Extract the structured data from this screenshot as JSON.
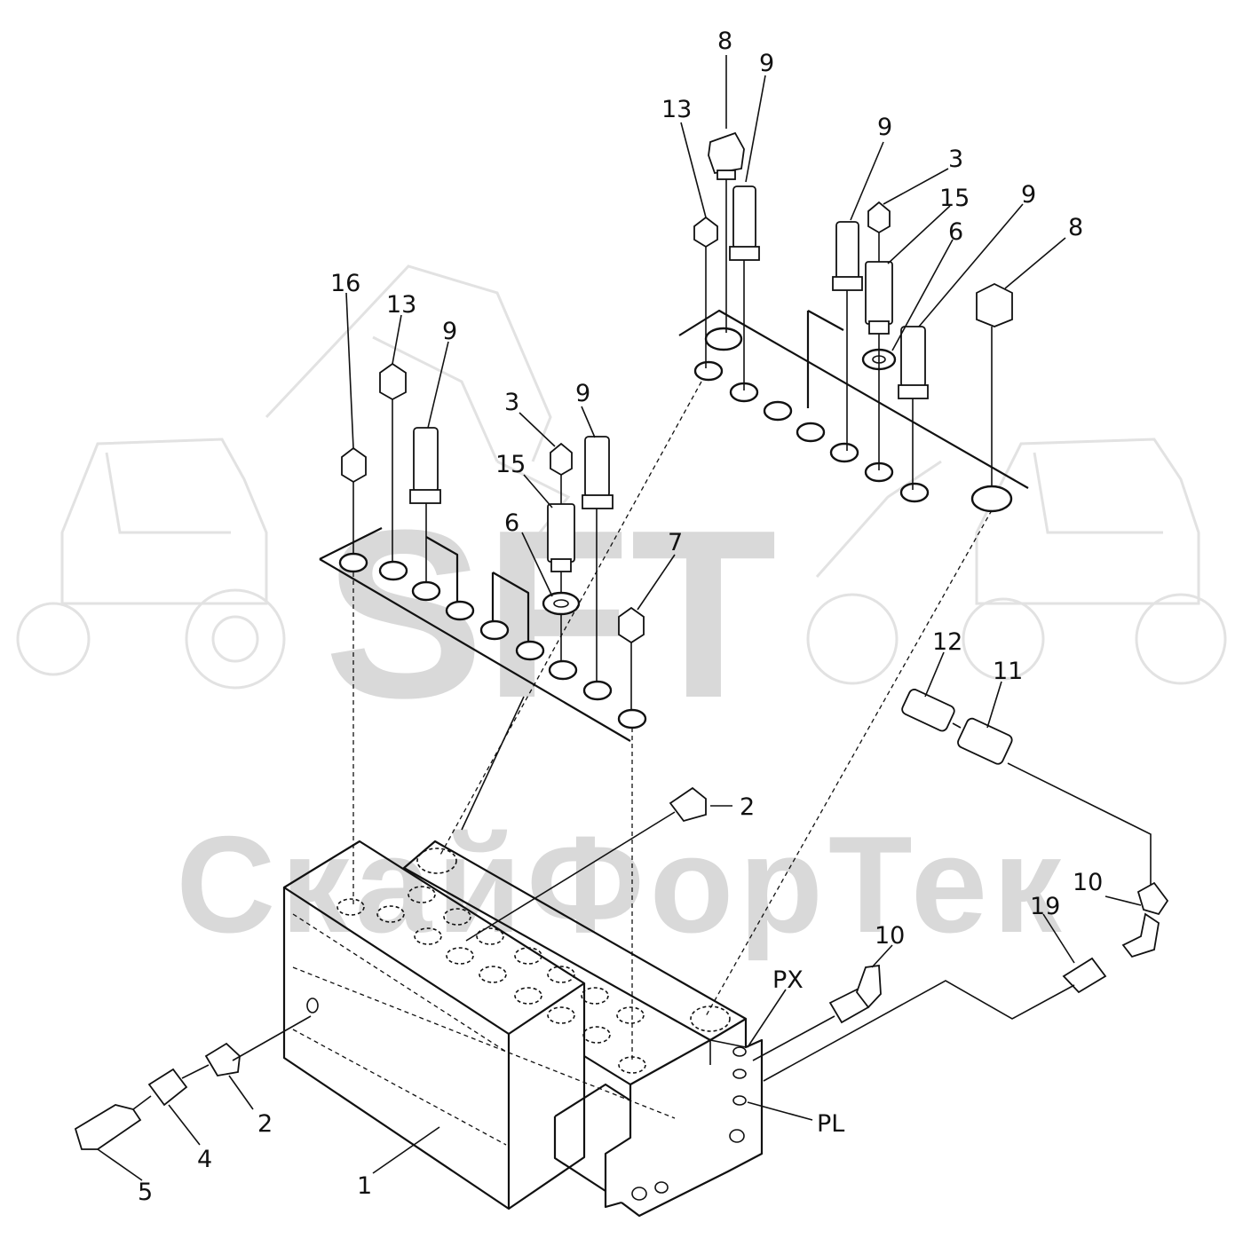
{
  "watermark": {
    "brand_top": "SFT",
    "brand_bottom": "СкайФорТек"
  },
  "callouts": [
    {
      "id": "c8a",
      "text": "8"
    },
    {
      "id": "c9a",
      "text": "9"
    },
    {
      "id": "c13a",
      "text": "13"
    },
    {
      "id": "c9b",
      "text": "9"
    },
    {
      "id": "c3a",
      "text": "3"
    },
    {
      "id": "c15a",
      "text": "15"
    },
    {
      "id": "c9c",
      "text": "9"
    },
    {
      "id": "c6a",
      "text": "6"
    },
    {
      "id": "c8b",
      "text": "8"
    },
    {
      "id": "c16",
      "text": "16"
    },
    {
      "id": "c13b",
      "text": "13"
    },
    {
      "id": "c9d",
      "text": "9"
    },
    {
      "id": "c3b",
      "text": "3"
    },
    {
      "id": "c9e",
      "text": "9"
    },
    {
      "id": "c15b",
      "text": "15"
    },
    {
      "id": "c6b",
      "text": "6"
    },
    {
      "id": "c7",
      "text": "7"
    },
    {
      "id": "c12",
      "text": "12"
    },
    {
      "id": "c11",
      "text": "11"
    },
    {
      "id": "c2a",
      "text": "2"
    },
    {
      "id": "c10a",
      "text": "10"
    },
    {
      "id": "c19",
      "text": "19"
    },
    {
      "id": "c10b",
      "text": "10"
    },
    {
      "id": "cPX",
      "text": "PX"
    },
    {
      "id": "cPL",
      "text": "PL"
    },
    {
      "id": "c2b",
      "text": "2"
    },
    {
      "id": "c4",
      "text": "4"
    },
    {
      "id": "c5",
      "text": "5"
    },
    {
      "id": "c1",
      "text": "1"
    }
  ]
}
